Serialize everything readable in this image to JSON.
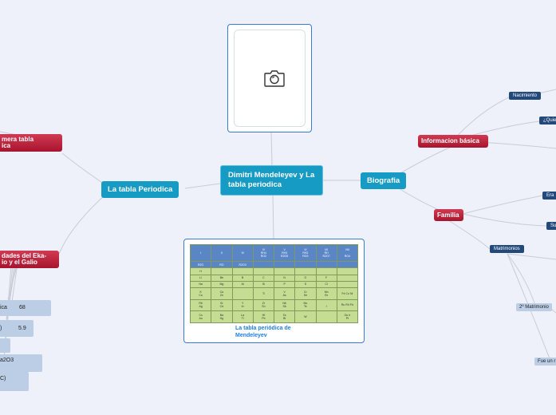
{
  "center": {
    "title": "Dimitri Mendeleyev y La tabla periodica"
  },
  "left": {
    "title": "La tabla Periodica",
    "primera_tabla": "mera tabla\nica",
    "propiedades": "dades del Eka-\nio y el Galio",
    "values": [
      {
        "label": "ica",
        "value": "68"
      },
      {
        "label": ")",
        "value": "5.9"
      },
      {
        "label": "",
        "value": ""
      },
      {
        "label": "a2O3",
        "value": ""
      },
      {
        "label": "C)",
        "value": ""
      }
    ]
  },
  "right": {
    "title": "Biografia",
    "informacion": "Informacion básica",
    "nacimiento": "Nacimiento",
    "quien": "¿Quie",
    "familia": "Familia",
    "era": "Era",
    "su": "Su",
    "matrimonios": "Matrimonios",
    "matrimonio2": "2º Matrimonio",
    "fue": "Fue un r"
  },
  "image_card": {
    "icon": "camera-icon"
  },
  "table_card": {
    "caption": "La tabla periódica de Mendeleyev",
    "header": [
      "I",
      "II",
      "III",
      "IV\nRH4\nRO2",
      "V\nRH3\nR2O5",
      "VI\nRH2\nRO3",
      "VII\nRH\nR2O7",
      "VIII\n\nRO4"
    ],
    "header2": [
      "R2O",
      "RO",
      "R2O3",
      "",
      "",
      "",
      "",
      ""
    ],
    "rows": [
      [
        "H",
        "",
        "",
        "",
        "",
        "",
        "",
        ""
      ],
      [
        "Li",
        "Be",
        "B",
        "C",
        "N",
        "O",
        "F",
        ""
      ],
      [
        "Na",
        "Mg",
        "Al",
        "Si",
        "P",
        "S",
        "Cl",
        ""
      ],
      [
        "K\nCu",
        "Ca\nZn",
        "",
        "Ti",
        "V\nAs",
        "Cr\nSe",
        "Mn\nBr",
        "Fe Co Ni"
      ],
      [
        "Rb\nAg",
        "Sr\nCd",
        "Y\nIn",
        "Zr\nSn",
        "Nb\nSb",
        "Mo\nTe",
        "\nI",
        "Ru Rh Pd"
      ],
      [
        "Cs\nAu",
        "Ba\nHg",
        "La\nTl",
        "Hf\nPb",
        "Ta\nBi",
        "W",
        "",
        "Os Ir\nPt"
      ]
    ]
  },
  "colors": {
    "background": "#eef1f9",
    "teal": "#169bc4",
    "red": "#b81c36",
    "navy": "#23487a",
    "pale": "#bccde6",
    "card_border": "#3a7bd5"
  }
}
